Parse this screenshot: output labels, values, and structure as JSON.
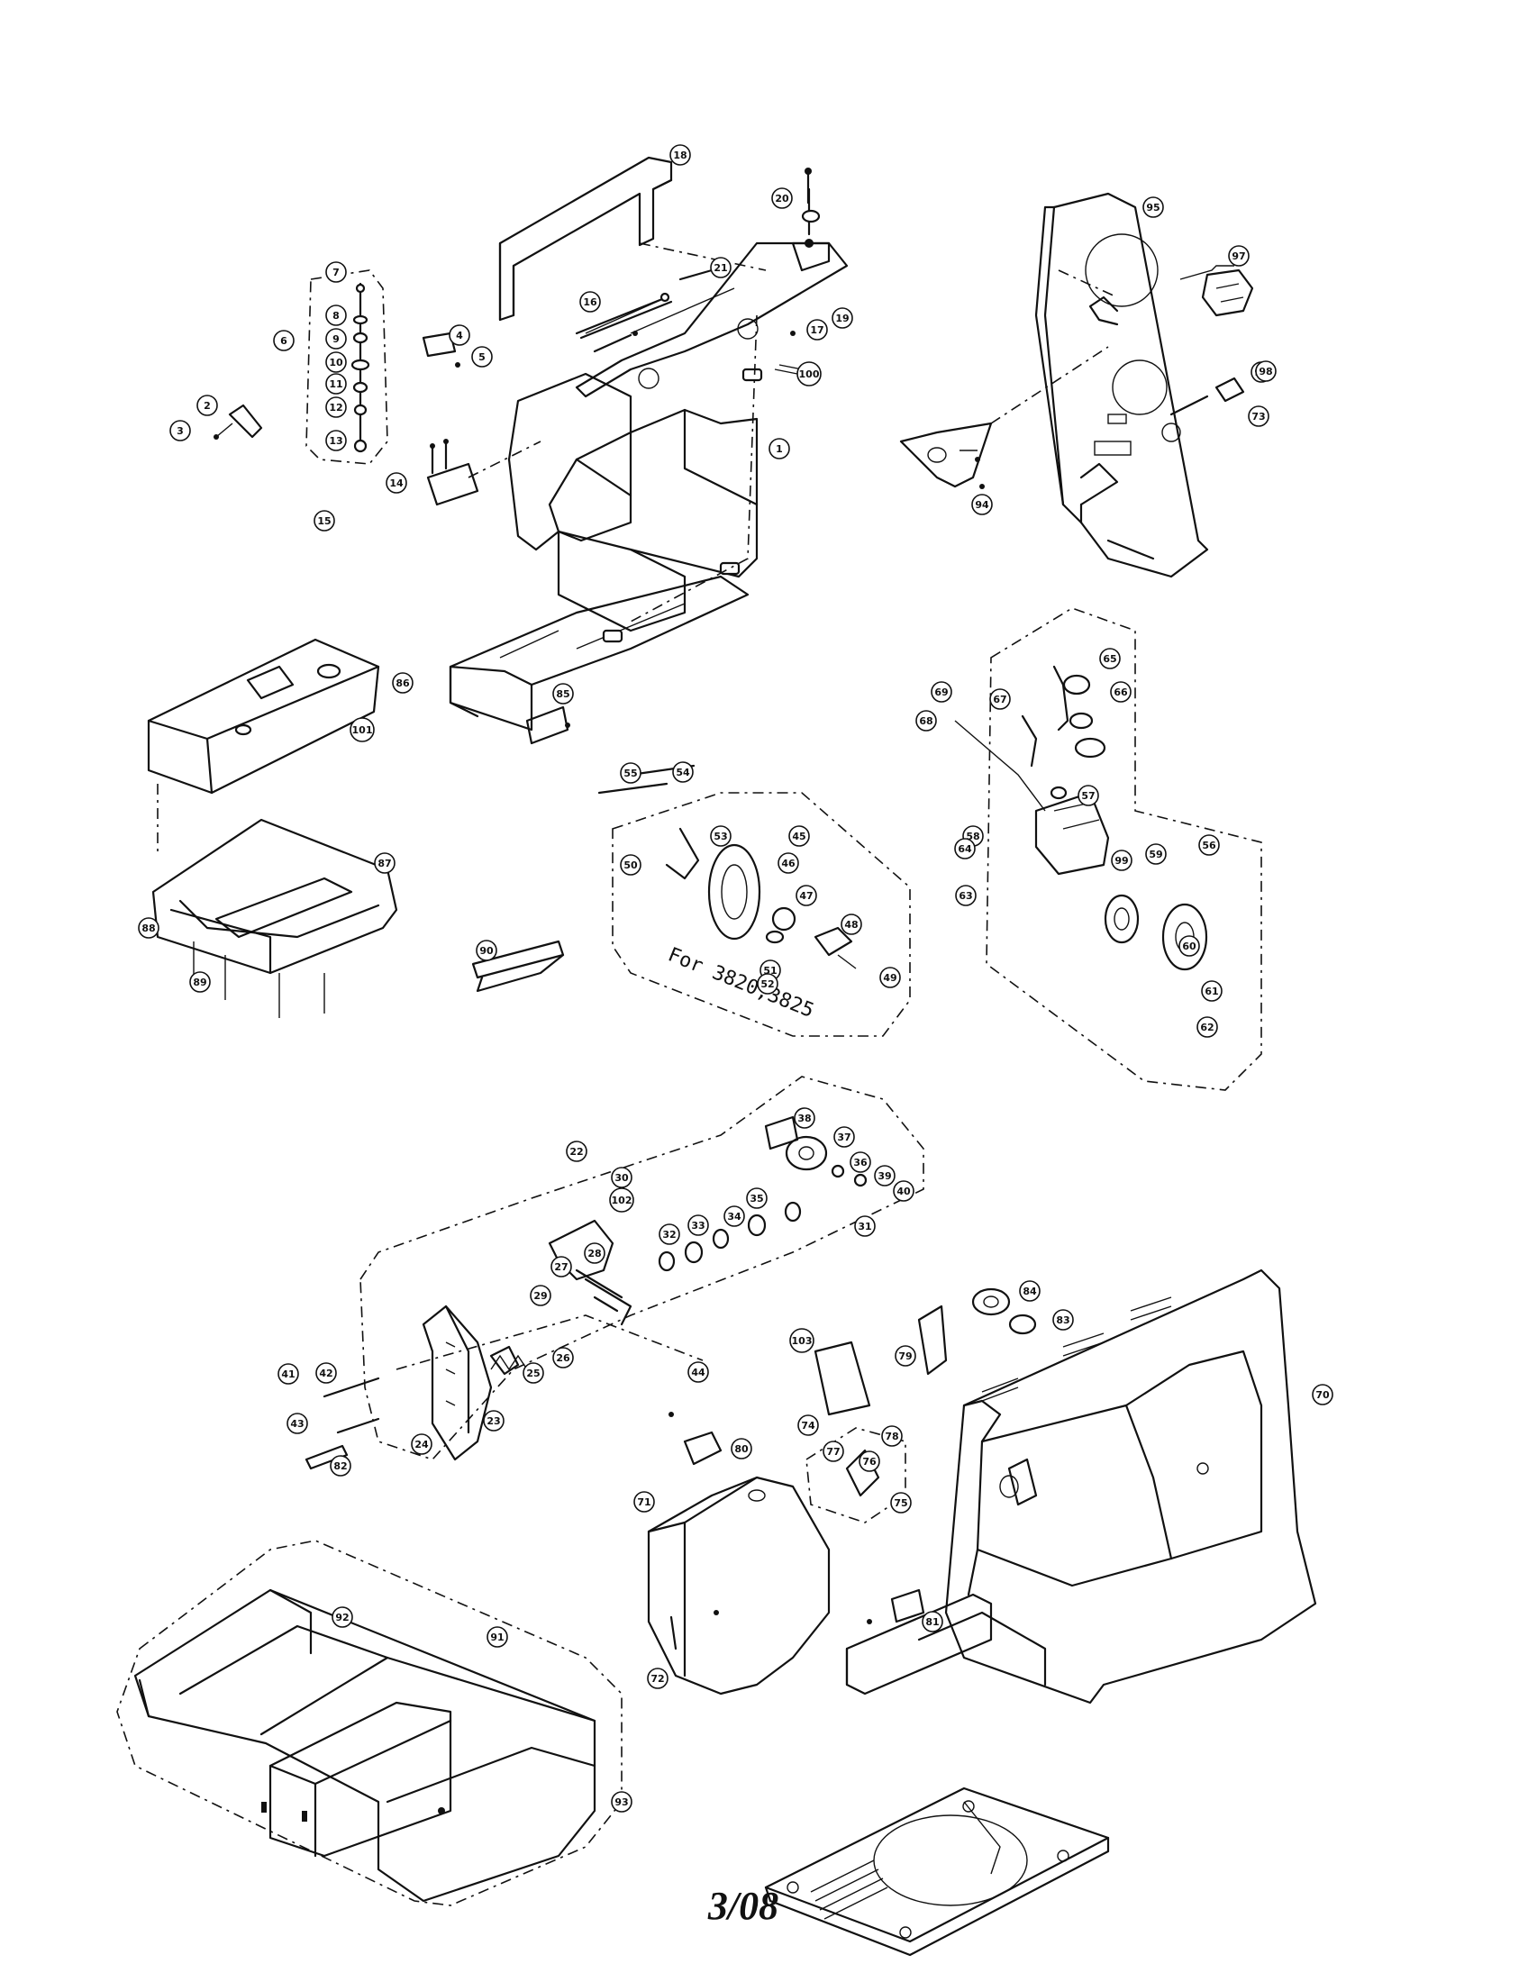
{
  "page_number": "3/08",
  "model_note": "For 3820,3825",
  "callouts": [
    "1",
    "2",
    "3",
    "4",
    "5",
    "6",
    "7",
    "8",
    "9",
    "10",
    "11",
    "12",
    "13",
    "14",
    "15",
    "16",
    "17",
    "18",
    "19",
    "20",
    "21",
    "22",
    "23",
    "24",
    "25",
    "26",
    "27",
    "28",
    "29",
    "30",
    "31",
    "32",
    "33",
    "34",
    "35",
    "36",
    "37",
    "38",
    "39",
    "40",
    "41",
    "42",
    "43",
    "44",
    "45",
    "46",
    "47",
    "48",
    "49",
    "50",
    "51",
    "52",
    "53",
    "54",
    "55",
    "56",
    "57",
    "58",
    "59",
    "60",
    "61",
    "62",
    "63",
    "64",
    "65",
    "66",
    "67",
    "68",
    "69",
    "70",
    "71",
    "72",
    "73",
    "74",
    "75",
    "76",
    "77",
    "78",
    "79",
    "80",
    "81",
    "82",
    "83",
    "84",
    "85",
    "86",
    "87",
    "88",
    "89",
    "90",
    "91",
    "92",
    "93",
    "94",
    "95",
    "96",
    "97",
    "98",
    "99",
    "100",
    "101",
    "102",
    "103"
  ]
}
